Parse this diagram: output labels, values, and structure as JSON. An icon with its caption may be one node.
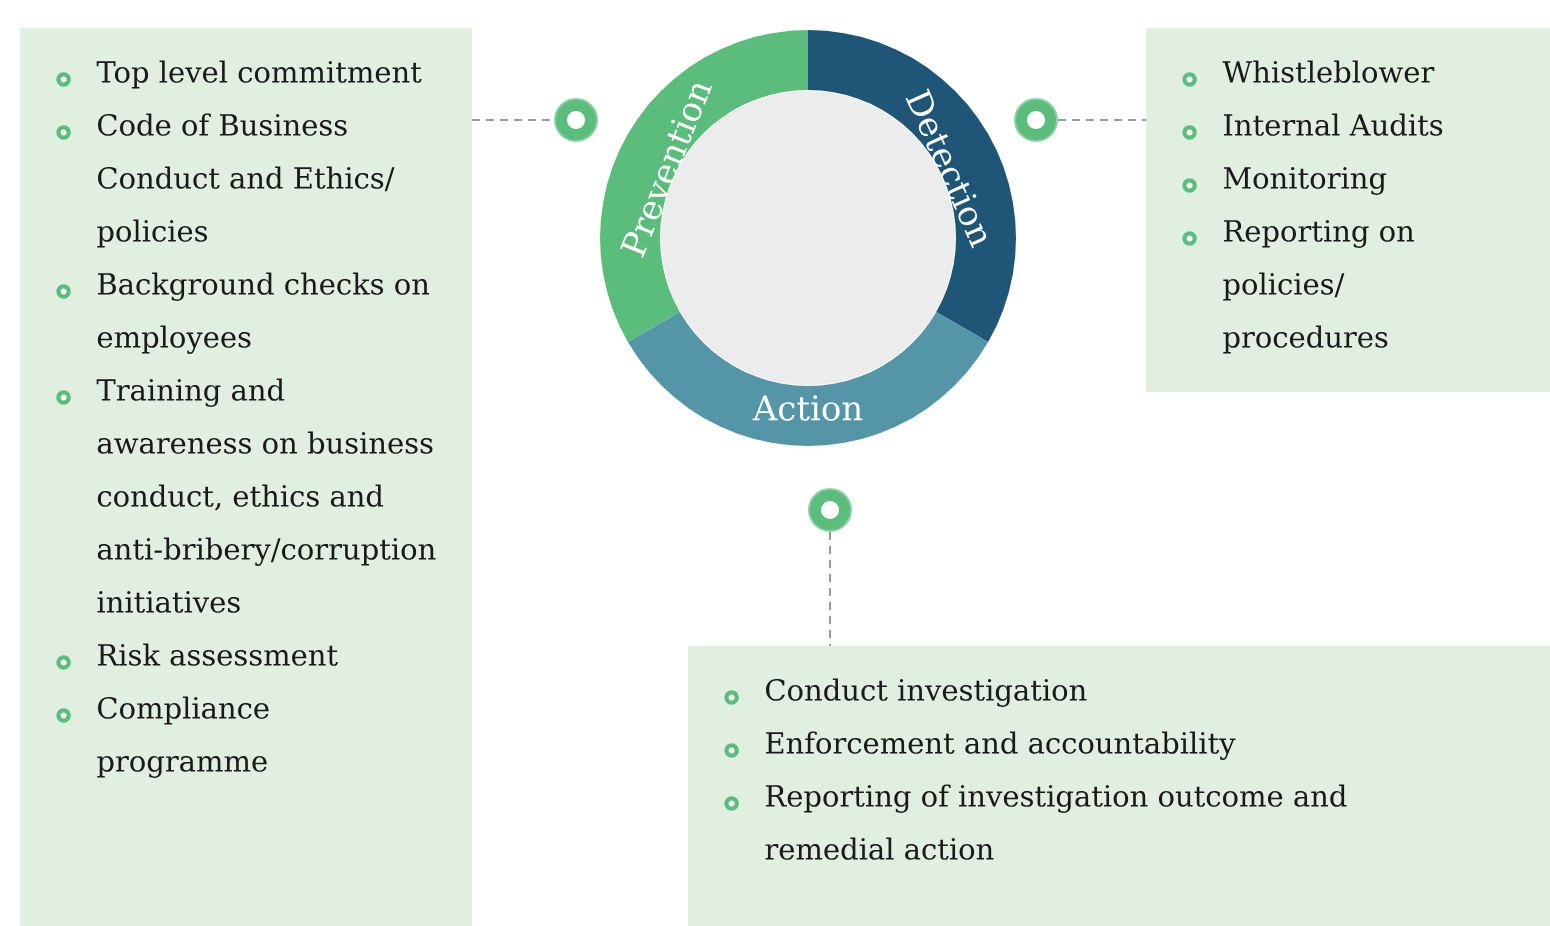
{
  "diagram": {
    "nodes": [
      {
        "text": [
          "Top level commitment",
          "Code of  Business Conduct and Ethics/ policies",
          "Background checks on employees",
          "Training and awareness on business conduct, ethics and anti-bribery/corruption initiatives",
          "Risk assessment",
          "Compliance programme"
        ]
      },
      {
        "text": [
          "Whistleblower",
          "Internal Audits",
          "Monitoring",
          "Reporting on policies/ procedures"
        ]
      },
      {
        "text": [
          "Conduct investigation",
          "Enforcement and accountability",
          "Reporting of investigation outcome and remedial action"
        ]
      },
      {
        "text": [
          "Prevention"
        ]
      },
      {
        "text": [
          "Detection"
        ]
      },
      {
        "text": [
          "Action"
        ]
      },
      {
        "text": [],
        "shape": "circle"
      },
      {
        "text": [],
        "shape": "circle"
      },
      {
        "text": [],
        "shape": "circle"
      },
      {
        "text": [],
        "shape": "circle"
      }
    ],
    "edges": [
      {
        "from": 0,
        "to": 6,
        "arrow": "none",
        "style": "dashed"
      },
      {
        "from": 7,
        "to": 1,
        "arrow": "none",
        "style": "dashed"
      },
      {
        "from": 8,
        "to": 2,
        "arrow": "none",
        "style": "dashed"
      }
    ]
  }
}
